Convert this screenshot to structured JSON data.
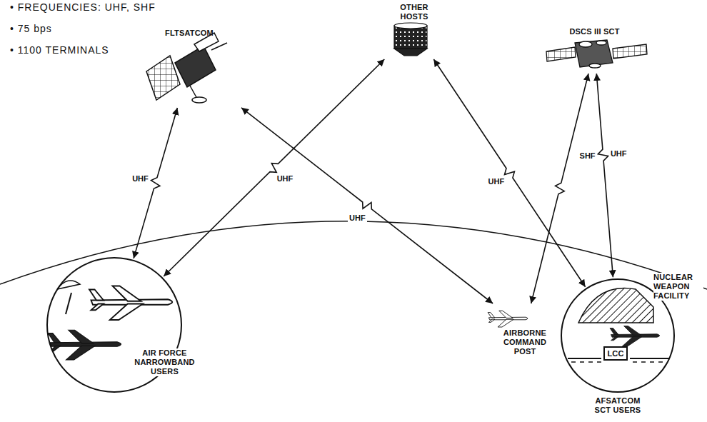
{
  "diagram": {
    "nodes": [
      {
        "text": [
          "FLTSATCOM"
        ]
      },
      {
        "text": [
          "OTHER HOSTS"
        ]
      },
      {
        "text": [
          "DSCS III SCT"
        ]
      },
      {
        "text": [
          "AIR FORCE NARROWBAND USERS"
        ]
      },
      {
        "text": [
          "AIRBORNE COMMAND POST"
        ]
      },
      {
        "text": [
          "NUCLEAR WEAPON FACILITY",
          "AFSATCOM SCT USERS"
        ]
      },
      {
        "text": [
          "LCC"
        ],
        "in": 5
      }
    ],
    "edges": [
      {
        "from": 0,
        "to": 3,
        "label": "UHF",
        "arrow": "both"
      },
      {
        "from": 1,
        "to": 3,
        "label": "UHF",
        "arrow": "both"
      },
      {
        "from": 0,
        "to": 4,
        "label": "UHF",
        "arrow": "both"
      },
      {
        "from": 1,
        "to": 5,
        "label": "UHF",
        "arrow": "both"
      },
      {
        "from": 2,
        "to": 4,
        "arrow": "both"
      },
      {
        "from": 2,
        "to": 5,
        "label": "SHF",
        "arrow": "both"
      }
    ],
    "labels": [
      "• FREQUENCIES: UHF, SHF",
      "• 75 bps",
      "• 1100 TERMINALS",
      "UHF"
    ]
  }
}
